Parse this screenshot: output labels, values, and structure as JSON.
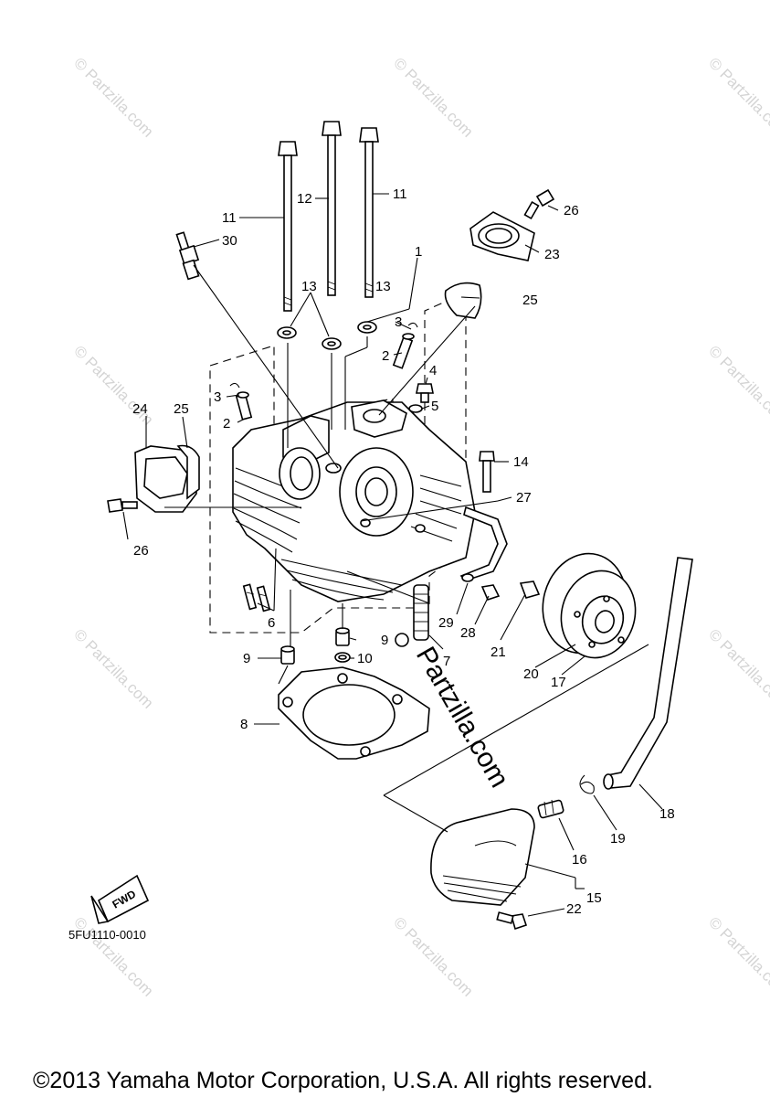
{
  "diagram": {
    "part_code": "5FU1110-0010",
    "copyright": "©2013 Yamaha Motor Corporation, U.S.A. All rights reserved.",
    "brand": "Partzilla.com",
    "watermark": "© Partzilla.com",
    "fwd_badge": "FWD",
    "callouts": [
      {
        "id": "c1",
        "text": "1"
      },
      {
        "id": "c2a",
        "text": "2"
      },
      {
        "id": "c2b",
        "text": "2"
      },
      {
        "id": "c3a",
        "text": "3"
      },
      {
        "id": "c3b",
        "text": "3"
      },
      {
        "id": "c4",
        "text": "4"
      },
      {
        "id": "c5",
        "text": "5"
      },
      {
        "id": "c6",
        "text": "6"
      },
      {
        "id": "c7",
        "text": "7"
      },
      {
        "id": "c8",
        "text": "8"
      },
      {
        "id": "c9a",
        "text": "9"
      },
      {
        "id": "c9b",
        "text": "9"
      },
      {
        "id": "c10",
        "text": "10"
      },
      {
        "id": "c11a",
        "text": "11"
      },
      {
        "id": "c11b",
        "text": "11"
      },
      {
        "id": "c12",
        "text": "12"
      },
      {
        "id": "c13a",
        "text": "13"
      },
      {
        "id": "c13b",
        "text": "13"
      },
      {
        "id": "c14",
        "text": "14"
      },
      {
        "id": "c15",
        "text": "15"
      },
      {
        "id": "c16",
        "text": "16"
      },
      {
        "id": "c17",
        "text": "17"
      },
      {
        "id": "c18",
        "text": "18"
      },
      {
        "id": "c19",
        "text": "19"
      },
      {
        "id": "c20",
        "text": "20"
      },
      {
        "id": "c21",
        "text": "21"
      },
      {
        "id": "c22",
        "text": "22"
      },
      {
        "id": "c23",
        "text": "23"
      },
      {
        "id": "c24",
        "text": "24"
      },
      {
        "id": "c25a",
        "text": "25"
      },
      {
        "id": "c25b",
        "text": "25"
      },
      {
        "id": "c26a",
        "text": "26"
      },
      {
        "id": "c26b",
        "text": "26"
      },
      {
        "id": "c27",
        "text": "27"
      },
      {
        "id": "c28",
        "text": "28"
      },
      {
        "id": "c29",
        "text": "29"
      },
      {
        "id": "c30",
        "text": "30"
      }
    ]
  }
}
